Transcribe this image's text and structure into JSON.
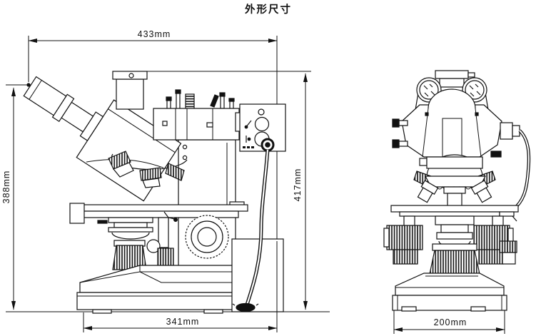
{
  "title": "外形尺寸",
  "dimensions": {
    "top_width": "433mm",
    "left_height": "388mm",
    "right_height": "417mm",
    "side_base_width": "341mm",
    "front_base_width": "200mm"
  },
  "colors": {
    "line": "#111111",
    "background": "#ffffff"
  }
}
